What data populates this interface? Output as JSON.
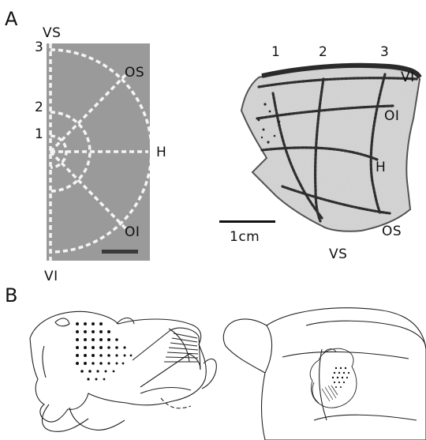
{
  "panel_a": {
    "letter": "A",
    "stimulus": {
      "top_label": "VS",
      "bottom_label": "VI",
      "line_labels": [
        "3",
        "2",
        "1"
      ],
      "meridian_labels": [
        "OS",
        "H",
        "OI"
      ]
    },
    "tissue": {
      "top_numbers": [
        "1",
        "2",
        "3"
      ],
      "labels": [
        "VI",
        "OI",
        "H",
        "OS",
        "VS"
      ],
      "scale_bar_label": "1cm"
    }
  },
  "panel_b": {
    "letter": "B"
  }
}
